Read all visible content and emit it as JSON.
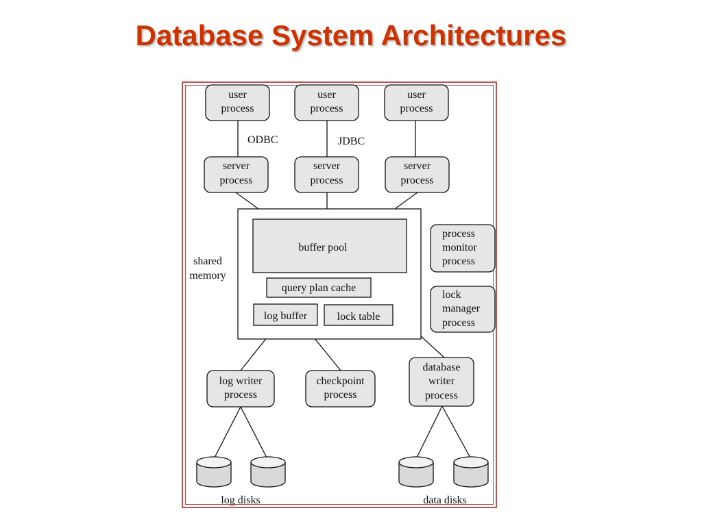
{
  "title": "Database System Architectures",
  "processes": {
    "user1": [
      "user",
      "process"
    ],
    "user2": [
      "user",
      "process"
    ],
    "user3": [
      "user",
      "process"
    ],
    "server1": [
      "server",
      "process"
    ],
    "server2": [
      "server",
      "process"
    ],
    "server3": [
      "server",
      "process"
    ],
    "process_monitor": [
      "process",
      "monitor",
      "process"
    ],
    "lock_manager": [
      "lock",
      "manager",
      "process"
    ],
    "log_writer": [
      "log writer",
      "process"
    ],
    "checkpoint": [
      "checkpoint",
      "process"
    ],
    "db_writer": [
      "database",
      "writer",
      "process"
    ]
  },
  "connections": {
    "odbc": "ODBC",
    "jdbc": "JDBC"
  },
  "shared_memory": {
    "label": [
      "shared",
      "memory"
    ],
    "buffer_pool": "buffer pool",
    "query_plan_cache": "query plan cache",
    "log_buffer": "log buffer",
    "lock_table": "lock table"
  },
  "disks": {
    "log_label": "log disks",
    "data_label": "data disks"
  },
  "colors": {
    "title": "#cc3300",
    "frame_border": "#c0504d",
    "box_fill": "#e6e6e6",
    "disk_fill": "#d9d9d9"
  }
}
